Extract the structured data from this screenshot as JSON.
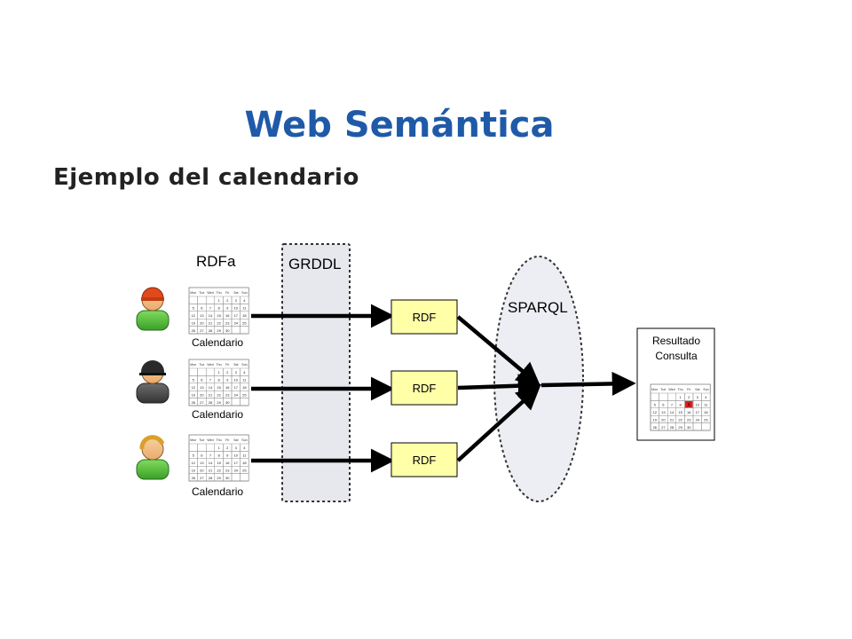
{
  "slide": {
    "title": "Web Semántica",
    "subtitle": "Ejemplo del calendario"
  },
  "diagram": {
    "rdfa_label": "RDFa",
    "grddl_label": "GRDDL",
    "sparql_label": "SPARQL",
    "calendar_label": "Calendario",
    "rdf_label": "RDF",
    "result_title_line1": "Resultado",
    "result_title_line2": "Consulta",
    "users": [
      {
        "icon": "user-red-cap-icon",
        "hair": "#e04a1c"
      },
      {
        "icon": "user-black-hat-icon",
        "hair": "#2a2a2a"
      },
      {
        "icon": "user-blond-icon",
        "hair": "#d9a02a"
      }
    ],
    "calendar": {
      "headers": [
        "Mon",
        "Tue",
        "Wed",
        "Thu",
        "Fri",
        "Sat",
        "Sun"
      ],
      "rows": [
        [
          "",
          "",
          "",
          "1",
          "2",
          "3",
          "4"
        ],
        [
          "5",
          "6",
          "7",
          "8",
          "9",
          "10",
          "11"
        ],
        [
          "12",
          "13",
          "14",
          "15",
          "16",
          "17",
          "18"
        ],
        [
          "19",
          "20",
          "21",
          "22",
          "23",
          "24",
          "25"
        ],
        [
          "26",
          "27",
          "28",
          "29",
          "30",
          "",
          ""
        ]
      ],
      "highlight_mark": "X"
    },
    "colors": {
      "title": "#1f5aa8",
      "rdf_box_fill": "#ffffa8",
      "grddl_fill": "#e6e8ee",
      "sparql_fill": "#eceef3",
      "person_green": "#4fbf3a",
      "highlight_red": "#e02020"
    }
  }
}
